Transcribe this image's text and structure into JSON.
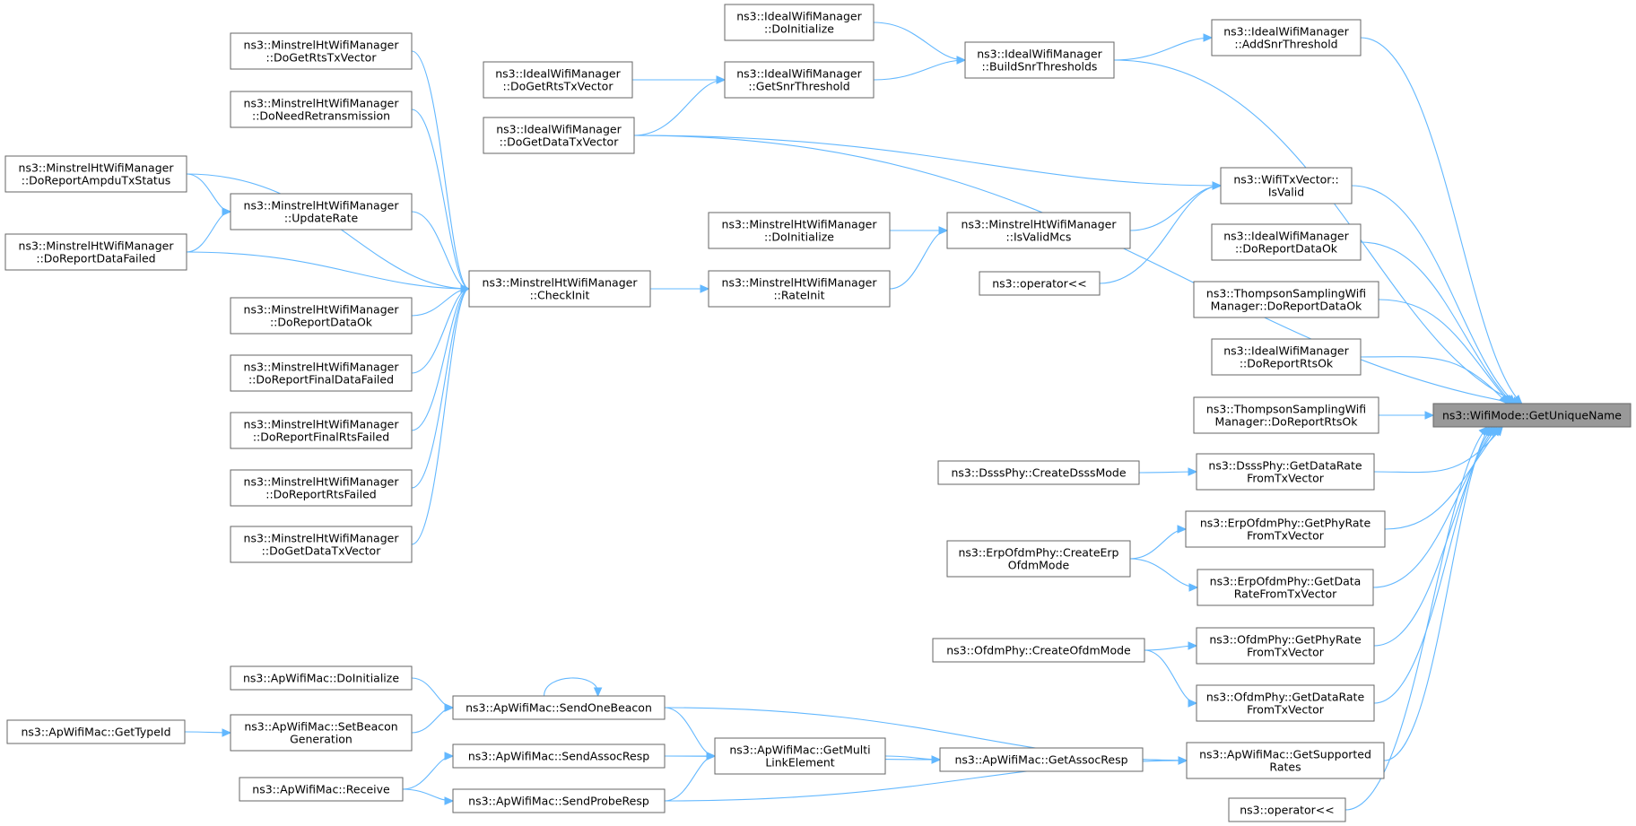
{
  "nodes": {
    "target": [
      "ns3::WifiMode::GetUniqueName"
    ],
    "ideal_addsnr": [
      "ns3::IdealWifiManager",
      "::AddSnrThreshold"
    ],
    "ideal_buildsnr": [
      "ns3::IdealWifiManager",
      "::BuildSnrThresholds"
    ],
    "ideal_doinit": [
      "ns3::IdealWifiManager",
      "::DoInitialize"
    ],
    "ideal_getsnr": [
      "ns3::IdealWifiManager",
      "::GetSnrThreshold"
    ],
    "ideal_dogetrts": [
      "ns3::IdealWifiManager",
      "::DoGetRtsTxVector"
    ],
    "ideal_dogetdata": [
      "ns3::IdealWifiManager",
      "::DoGetDataTxVector"
    ],
    "txvector_isvalid": [
      "ns3::WifiTxVector::",
      "IsValid"
    ],
    "minstrel_isvalidmcs": [
      "ns3::MinstrelHtWifiManager",
      "::IsValidMcs"
    ],
    "minstrel_doinit": [
      "ns3::MinstrelHtWifiManager",
      "::DoInitialize"
    ],
    "minstrel_rateinit": [
      "ns3::MinstrelHtWifiManager",
      "::RateInit"
    ],
    "operator_mid": [
      "ns3::operator<<"
    ],
    "minstrel_checkinit": [
      "ns3::MinstrelHtWifiManager",
      "::CheckInit"
    ],
    "minstrel_dogetrts": [
      "ns3::MinstrelHtWifiManager",
      "::DoGetRtsTxVector"
    ],
    "minstrel_doneedretrans": [
      "ns3::MinstrelHtWifiManager",
      "::DoNeedRetransmission"
    ],
    "minstrel_doreportampdu": [
      "ns3::MinstrelHtWifiManager",
      "::DoReportAmpduTxStatus"
    ],
    "minstrel_updaterate": [
      "ns3::MinstrelHtWifiManager",
      "::UpdateRate"
    ],
    "minstrel_doreportdatafailed": [
      "ns3::MinstrelHtWifiManager",
      "::DoReportDataFailed"
    ],
    "minstrel_doreportdataok": [
      "ns3::MinstrelHtWifiManager",
      "::DoReportDataOk"
    ],
    "minstrel_doreportfinaldata": [
      "ns3::MinstrelHtWifiManager",
      "::DoReportFinalDataFailed"
    ],
    "minstrel_doreportfinalrts": [
      "ns3::MinstrelHtWifiManager",
      "::DoReportFinalRtsFailed"
    ],
    "minstrel_doreportrtsfailed": [
      "ns3::MinstrelHtWifiManager",
      "::DoReportRtsFailed"
    ],
    "minstrel_dogetdata": [
      "ns3::MinstrelHtWifiManager",
      "::DoGetDataTxVector"
    ],
    "ideal_doreportdataok": [
      "ns3::IdealWifiManager",
      "::DoReportDataOk"
    ],
    "thompson_dataok": [
      "ns3::ThompsonSamplingWifi",
      "Manager::DoReportDataOk"
    ],
    "ideal_doreportrtsok": [
      "ns3::IdealWifiManager",
      "::DoReportRtsOk"
    ],
    "thompson_rtsok": [
      "ns3::ThompsonSamplingWifi",
      "Manager::DoReportRtsOk"
    ],
    "dsss_create": [
      "ns3::DsssPhy::CreateDsssMode"
    ],
    "dsss_getdatarate": [
      "ns3::DsssPhy::GetDataRate",
      "FromTxVector"
    ],
    "erp_getphyrate": [
      "ns3::ErpOfdmPhy::GetPhyRate",
      "FromTxVector"
    ],
    "erp_create": [
      "ns3::ErpOfdmPhy::CreateErp",
      "OfdmMode"
    ],
    "erp_getdatarate": [
      "ns3::ErpOfdmPhy::GetData",
      "RateFromTxVector"
    ],
    "ofdm_getphyrate": [
      "ns3::OfdmPhy::GetPhyRate",
      "FromTxVector"
    ],
    "ofdm_create": [
      "ns3::OfdmPhy::CreateOfdmMode"
    ],
    "ofdm_getdatarate": [
      "ns3::OfdmPhy::GetDataRate",
      "FromTxVector"
    ],
    "ap_getsupported": [
      "ns3::ApWifiMac::GetSupported",
      "Rates"
    ],
    "ap_getassocresp": [
      "ns3::ApWifiMac::GetAssocResp"
    ],
    "ap_getmultilink": [
      "ns3::ApWifiMac::GetMulti",
      "LinkElement"
    ],
    "ap_sendonebeacon": [
      "ns3::ApWifiMac::SendOneBeacon"
    ],
    "ap_doinit": [
      "ns3::ApWifiMac::DoInitialize"
    ],
    "ap_setbeacon": [
      "ns3::ApWifiMac::SetBeacon",
      "Generation"
    ],
    "ap_gettypeid": [
      "ns3::ApWifiMac::GetTypeId"
    ],
    "ap_sendassocresp": [
      "ns3::ApWifiMac::SendAssocResp"
    ],
    "ap_sendproberesp": [
      "ns3::ApWifiMac::SendProbeResp"
    ],
    "ap_receive": [
      "ns3::ApWifiMac::Receive"
    ],
    "operator_bottom": [
      "ns3::operator<<"
    ]
  },
  "edges": [
    [
      "ideal_addsnr",
      "target"
    ],
    [
      "ideal_buildsnr",
      "ideal_addsnr"
    ],
    [
      "ideal_buildsnr",
      "target"
    ],
    [
      "ideal_doinit",
      "ideal_buildsnr"
    ],
    [
      "ideal_getsnr",
      "ideal_buildsnr"
    ],
    [
      "ideal_dogetrts",
      "ideal_getsnr"
    ],
    [
      "ideal_dogetdata",
      "ideal_getsnr"
    ],
    [
      "ideal_dogetdata",
      "target"
    ],
    [
      "ideal_dogetdata",
      "txvector_isvalid"
    ],
    [
      "txvector_isvalid",
      "target"
    ],
    [
      "minstrel_isvalidmcs",
      "txvector_isvalid"
    ],
    [
      "operator_mid",
      "txvector_isvalid"
    ],
    [
      "minstrel_doinit",
      "minstrel_isvalidmcs"
    ],
    [
      "minstrel_rateinit",
      "minstrel_isvalidmcs"
    ],
    [
      "minstrel_checkinit",
      "minstrel_rateinit"
    ],
    [
      "minstrel_dogetrts",
      "minstrel_checkinit"
    ],
    [
      "minstrel_doneedretrans",
      "minstrel_checkinit"
    ],
    [
      "minstrel_doreportampdu",
      "minstrel_checkinit"
    ],
    [
      "minstrel_doreportampdu",
      "minstrel_updaterate"
    ],
    [
      "minstrel_updaterate",
      "minstrel_checkinit"
    ],
    [
      "minstrel_doreportdatafailed",
      "minstrel_checkinit"
    ],
    [
      "minstrel_doreportdatafailed",
      "minstrel_updaterate"
    ],
    [
      "minstrel_doreportdataok",
      "minstrel_checkinit"
    ],
    [
      "minstrel_doreportfinaldata",
      "minstrel_checkinit"
    ],
    [
      "minstrel_doreportfinalrts",
      "minstrel_checkinit"
    ],
    [
      "minstrel_doreportrtsfailed",
      "minstrel_checkinit"
    ],
    [
      "minstrel_dogetdata",
      "minstrel_checkinit"
    ],
    [
      "ideal_doreportdataok",
      "target"
    ],
    [
      "thompson_dataok",
      "target"
    ],
    [
      "ideal_doreportrtsok",
      "target"
    ],
    [
      "thompson_rtsok",
      "target"
    ],
    [
      "dsss_create",
      "dsss_getdatarate"
    ],
    [
      "dsss_getdatarate",
      "target"
    ],
    [
      "erp_getphyrate",
      "target"
    ],
    [
      "erp_create",
      "erp_getphyrate"
    ],
    [
      "erp_create",
      "erp_getdatarate"
    ],
    [
      "erp_getdatarate",
      "target"
    ],
    [
      "ofdm_getphyrate",
      "target"
    ],
    [
      "ofdm_create",
      "ofdm_getphyrate"
    ],
    [
      "ofdm_create",
      "ofdm_getdatarate"
    ],
    [
      "ofdm_getdatarate",
      "target"
    ],
    [
      "ap_getsupported",
      "target"
    ],
    [
      "ap_getassocresp",
      "ap_getsupported"
    ],
    [
      "ap_getmultilink",
      "ap_getassocresp"
    ],
    [
      "ap_sendonebeacon",
      "ap_getsupported"
    ],
    [
      "ap_sendonebeacon",
      "ap_getmultilink"
    ],
    [
      "ap_sendonebeacon",
      "ap_sendonebeacon"
    ],
    [
      "ap_doinit",
      "ap_sendonebeacon"
    ],
    [
      "ap_setbeacon",
      "ap_sendonebeacon"
    ],
    [
      "ap_gettypeid",
      "ap_setbeacon"
    ],
    [
      "ap_sendassocresp",
      "ap_getmultilink"
    ],
    [
      "ap_sendassocresp",
      "ap_getassocresp"
    ],
    [
      "ap_sendproberesp",
      "ap_getmultilink"
    ],
    [
      "ap_sendproberesp",
      "ap_getsupported"
    ],
    [
      "ap_receive",
      "ap_sendassocresp"
    ],
    [
      "ap_receive",
      "ap_sendproberesp"
    ],
    [
      "operator_bottom",
      "target"
    ]
  ]
}
